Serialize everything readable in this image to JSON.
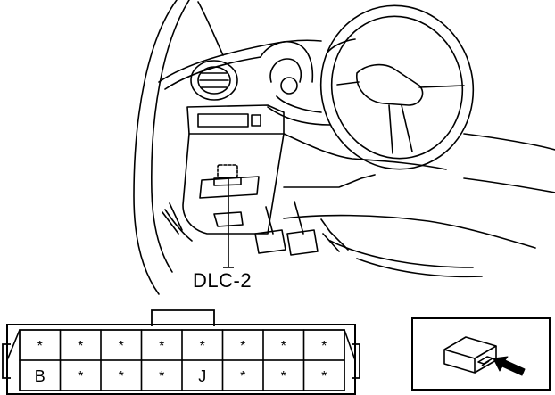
{
  "callout": {
    "label": "DLC-2"
  },
  "connector": {
    "rows": [
      [
        "*",
        "*",
        "*",
        "*",
        "*",
        "*",
        "*",
        "*"
      ],
      [
        "B",
        "*",
        "*",
        "*",
        "J",
        "*",
        "*",
        "*"
      ]
    ]
  }
}
